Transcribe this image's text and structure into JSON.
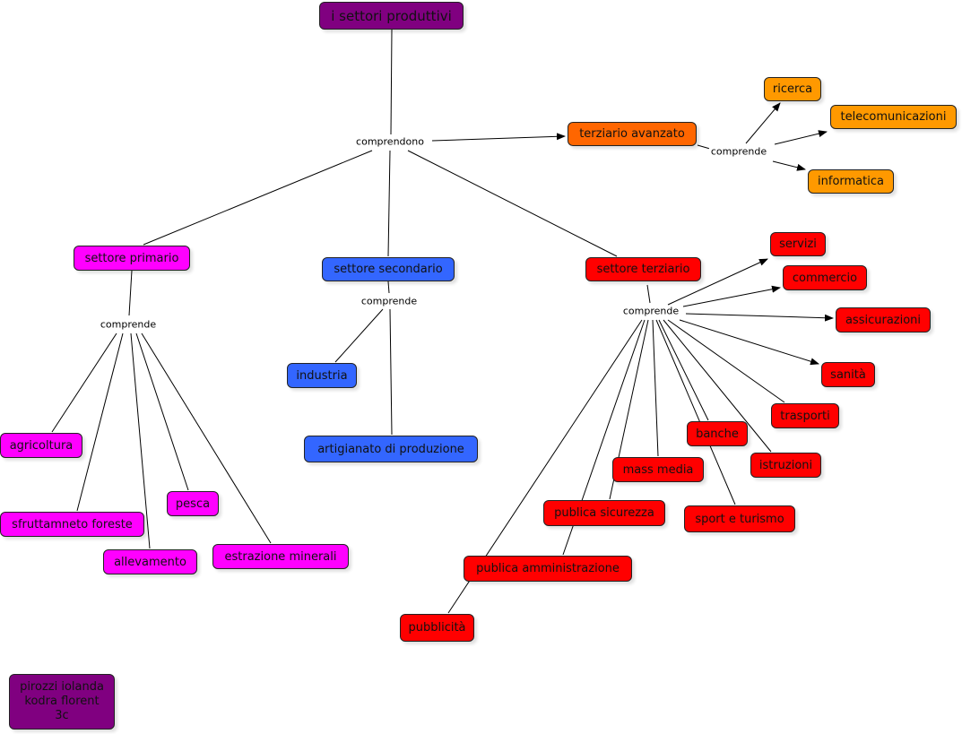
{
  "title": "i settori produttivi",
  "links": {
    "comprendono": "comprendono",
    "comprende": "comprende"
  },
  "nodes": {
    "terziario_avanzato": "terziario avanzato",
    "ricerca": "ricerca",
    "telecomunicazioni": "telecomunicazioni",
    "informatica": "informatica",
    "settore_primario": "settore primario",
    "settore_secondario": "settore secondario",
    "settore_terziario": "settore terziario",
    "agricoltura": "agricoltura",
    "sfruttamneto_foreste": "sfruttamneto foreste",
    "allevamento": "allevamento",
    "pesca": "pesca",
    "estrazione_minerali": "estrazione minerali",
    "industria": "industria",
    "artigianato": "artigianato di produzione",
    "servizi": "servizi",
    "commercio": "commercio",
    "assicurazioni": "assicurazioni",
    "sanita": "sanità",
    "trasporti": "trasporti",
    "istruzioni": "istruzioni",
    "banche": "banche",
    "mass_media": "mass media",
    "sport_turismo": "sport e turismo",
    "publica_sicurezza": "publica sicurezza",
    "publica_amministrazione": "publica amministrazione",
    "pubblicita": "pubblicità"
  },
  "authors": {
    "line1": "pirozzi iolanda",
    "line2": "kodra florent",
    "line3": "3c"
  },
  "colors": {
    "title": "#800080",
    "terziario_avanzato": "#ff6600",
    "avanzato_children": "#ff9900",
    "primario": "#ff00ff",
    "secondario": "#3366ff",
    "terziario": "#ff0000"
  }
}
